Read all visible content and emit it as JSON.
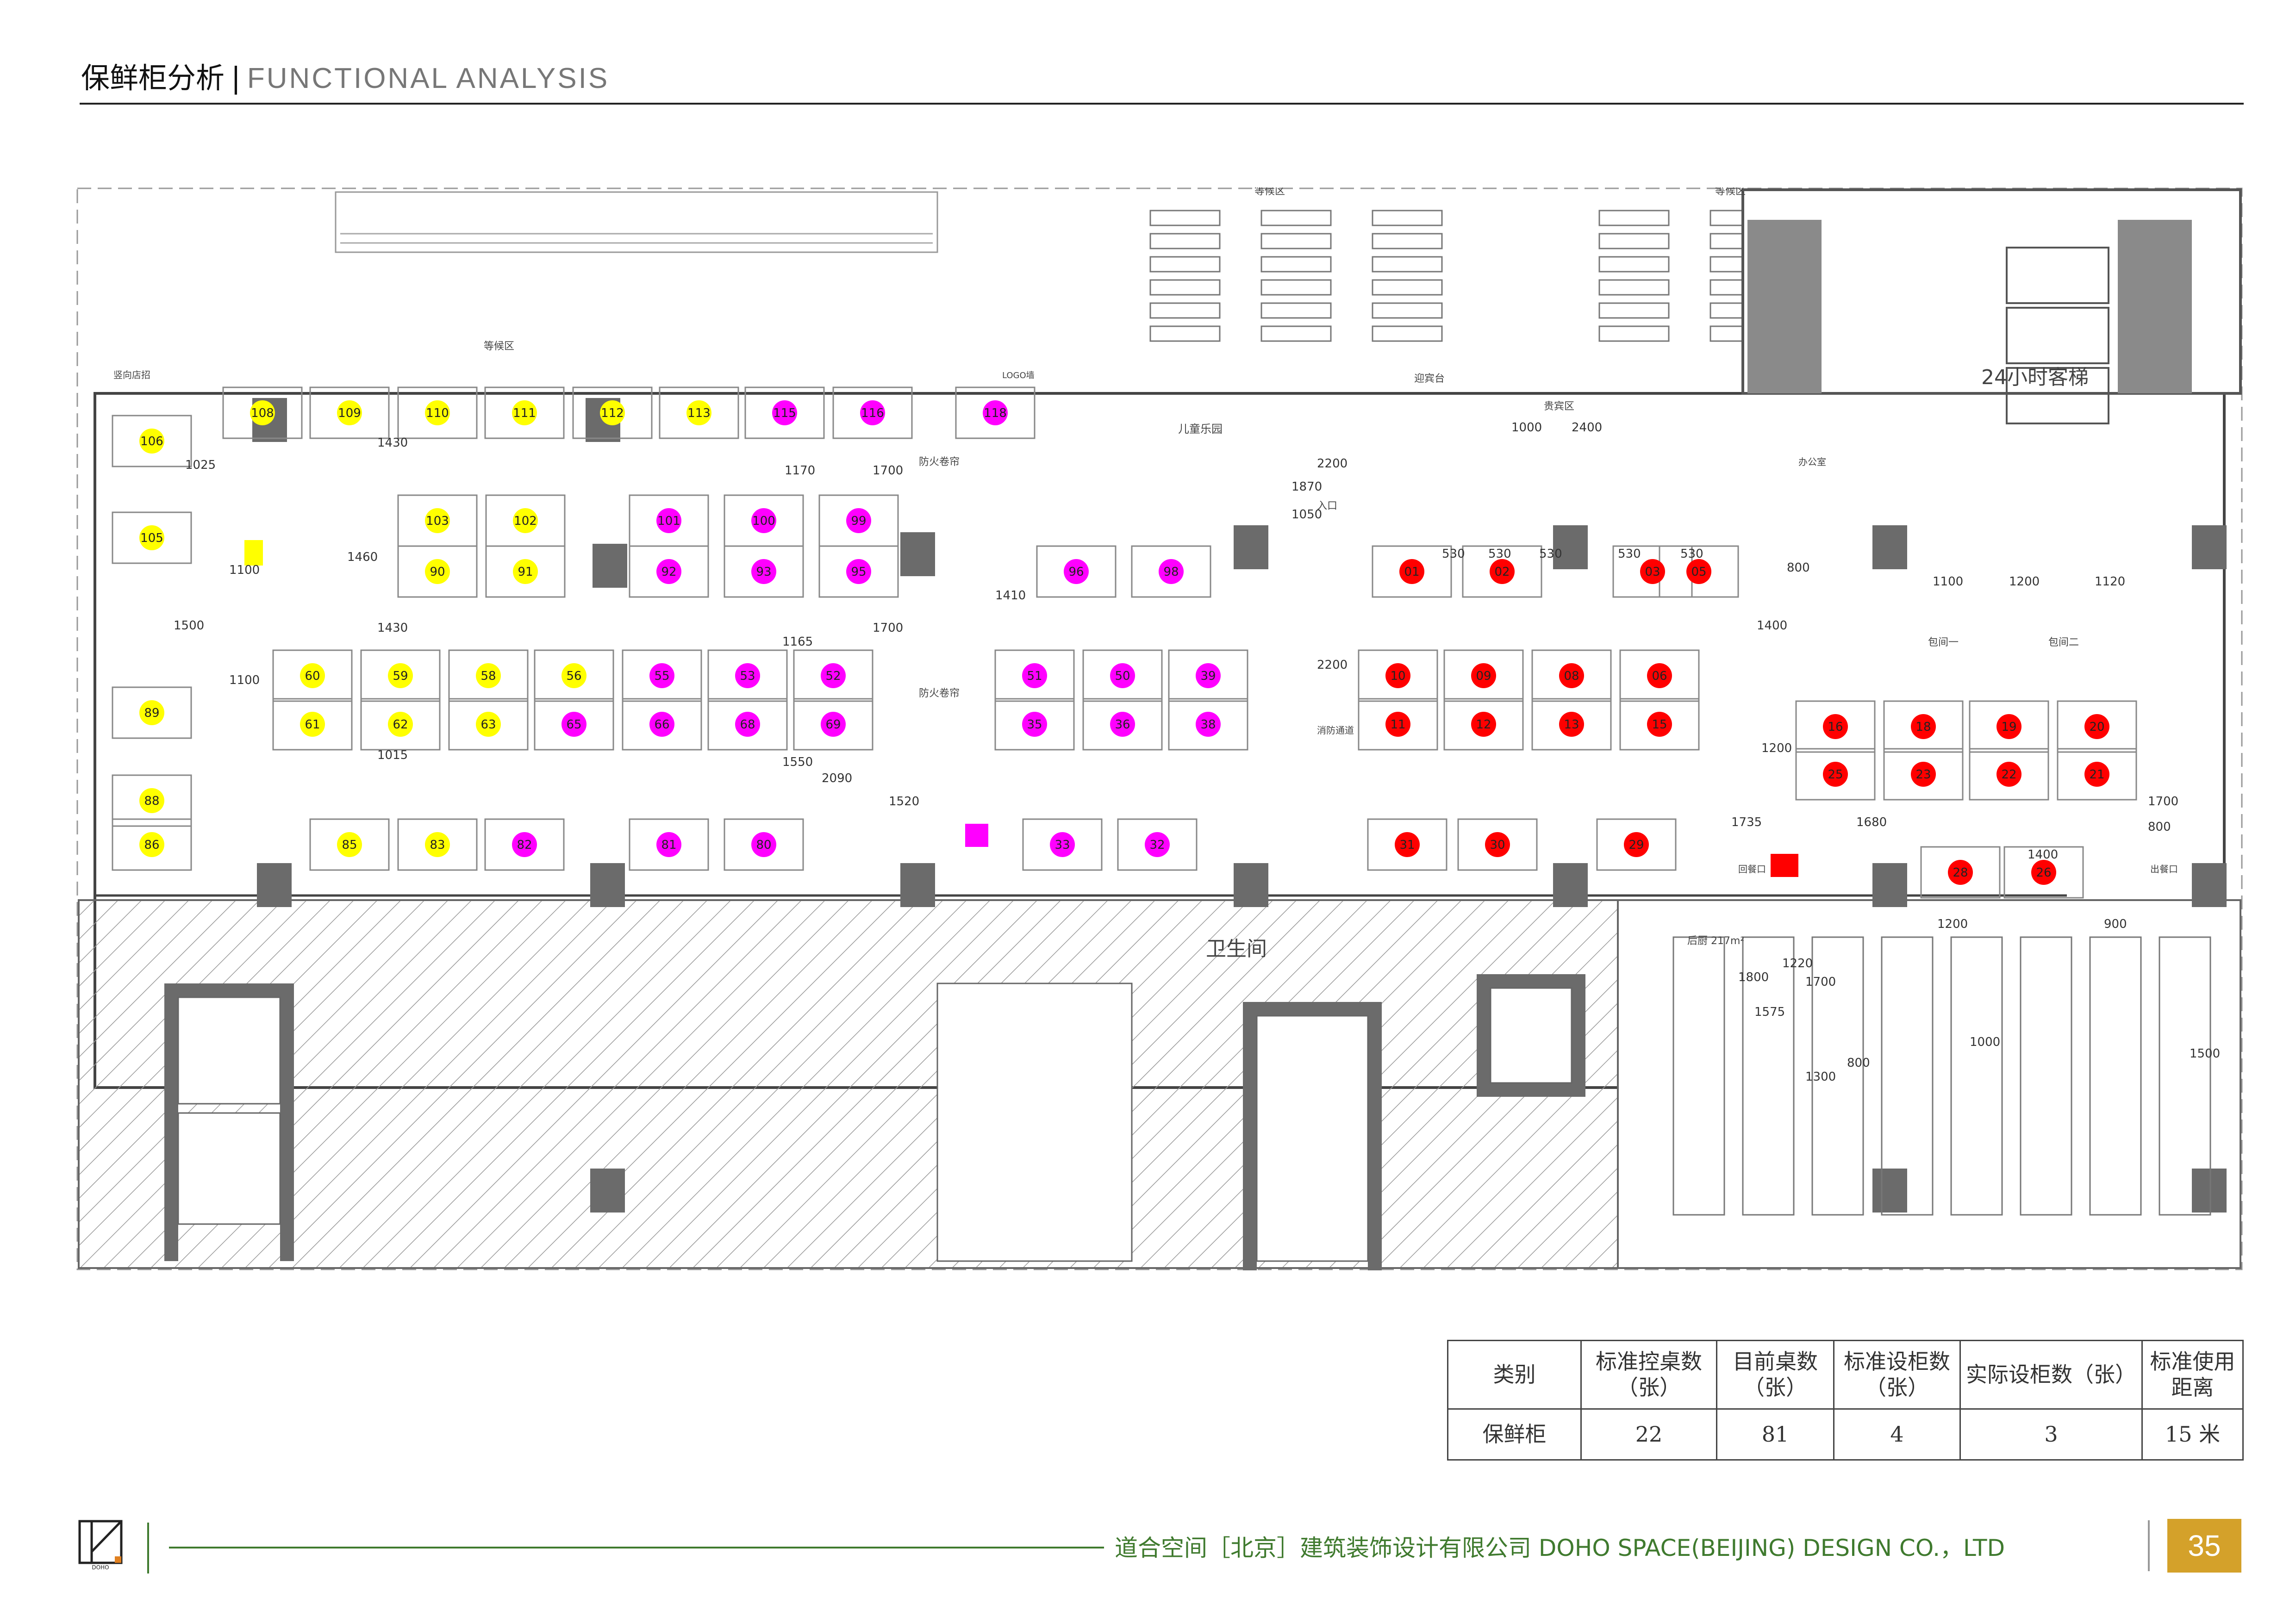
{
  "header": {
    "title_cn": "保鲜柜分析",
    "separator": "|",
    "title_en": "FUNCTIONAL ANALYSIS"
  },
  "colors": {
    "yellow": "#ffff00",
    "magenta": "#ff00ff",
    "red": "#ff0000",
    "accent_green": "#3f7a2e",
    "page_gold": "#d4a12a"
  },
  "plan": {
    "labels": {
      "waiting1": "等候区",
      "waiting2": "等候区",
      "waiting3": "等候区",
      "elevator": "24小时客梯",
      "restroom": "卫生间",
      "playground": "儿童乐园",
      "shaft": "竖向店招",
      "logo": "LOGO墙",
      "reception": "迎宾台",
      "fire_door1": "防火卷帘",
      "fire_door2": "防火卷帘",
      "entrance": "入口",
      "corridor": "消防通道",
      "vip": "贵宾区",
      "private_room1": "包间一",
      "private_room2": "包间二",
      "kitchen": "后厨 217m²",
      "dish_out": "出餐口",
      "return_dish": "回餐口",
      "office": "办公室"
    },
    "dims": [
      "1025",
      "1430",
      "1460",
      "1100",
      "1500",
      "1430",
      "1100",
      "1015",
      "1170",
      "1700",
      "1165",
      "1700",
      "1550",
      "2090",
      "1520",
      "1410",
      "2200",
      "2200",
      "1870",
      "1050",
      "1000",
      "2400",
      "530",
      "530",
      "530",
      "530",
      "530",
      "1400",
      "800",
      "1100",
      "1200",
      "1120",
      "1200",
      "1700",
      "1735",
      "1680",
      "800",
      "1700",
      "1220",
      "900",
      "1200",
      "1400",
      "800",
      "1000",
      "1300",
      "1500",
      "1800",
      "1575"
    ],
    "tables_yellow": [
      "108",
      "109",
      "110",
      "111",
      "112",
      "113",
      "106",
      "105",
      "103",
      "102",
      "90",
      "91",
      "89",
      "60",
      "59",
      "58",
      "56",
      "61",
      "62",
      "63",
      "88",
      "86",
      "85",
      "83"
    ],
    "tables_magenta": [
      "115",
      "116",
      "118",
      "101",
      "100",
      "99",
      "92",
      "93",
      "95",
      "96",
      "98",
      "55",
      "53",
      "52",
      "51",
      "50",
      "39",
      "65",
      "66",
      "68",
      "69",
      "35",
      "36",
      "38",
      "82",
      "81",
      "80",
      "33",
      "32"
    ],
    "tables_red": [
      "01",
      "02",
      "03",
      "05",
      "10",
      "09",
      "08",
      "06",
      "11",
      "12",
      "13",
      "15",
      "16",
      "18",
      "19",
      "20",
      "25",
      "23",
      "22",
      "21",
      "31",
      "30",
      "29",
      "28",
      "26"
    ]
  },
  "table": {
    "headers": [
      "类别",
      "标准控桌数（张）",
      "目前桌数（张）",
      "标准设柜数（张）",
      "实际设柜数（张）",
      "标准使用距离"
    ],
    "row": [
      "保鲜柜",
      "22",
      "81",
      "4",
      "3",
      "15 米"
    ]
  },
  "footer": {
    "company": "道合空间［北京］建筑装饰设计有限公司  DOHO SPACE(BEIJING) DESIGN CO.，LTD",
    "page": "35",
    "logo_text": "DOHO"
  }
}
